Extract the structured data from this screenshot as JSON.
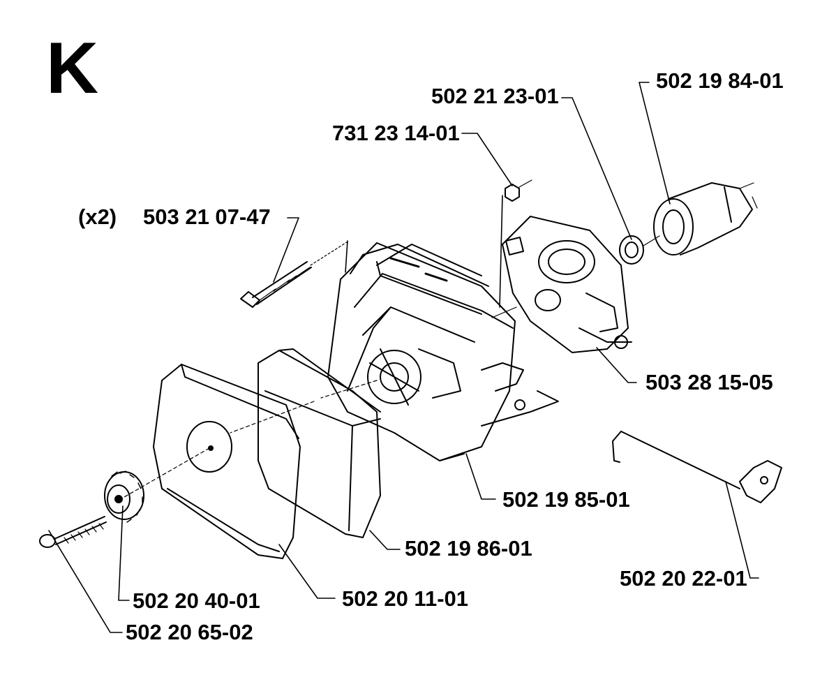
{
  "section_letter": "K",
  "parts": [
    {
      "id": "p1",
      "number": "502 19 84-01"
    },
    {
      "id": "p2",
      "number": "502 21 23-01"
    },
    {
      "id": "p3",
      "number": "731 23 14-01"
    },
    {
      "id": "p4",
      "qty": "(x2)",
      "number": "503 21 07-47"
    },
    {
      "id": "p5",
      "number": "503 28 15-05"
    },
    {
      "id": "p6",
      "number": "502 19 85-01"
    },
    {
      "id": "p7",
      "number": "502 19 86-01"
    },
    {
      "id": "p8",
      "number": "502 20 22-01"
    },
    {
      "id": "p9",
      "number": "502 20 11-01"
    },
    {
      "id": "p10",
      "number": "502 20 40-01"
    },
    {
      "id": "p11",
      "number": "502 20 65-02"
    }
  ]
}
